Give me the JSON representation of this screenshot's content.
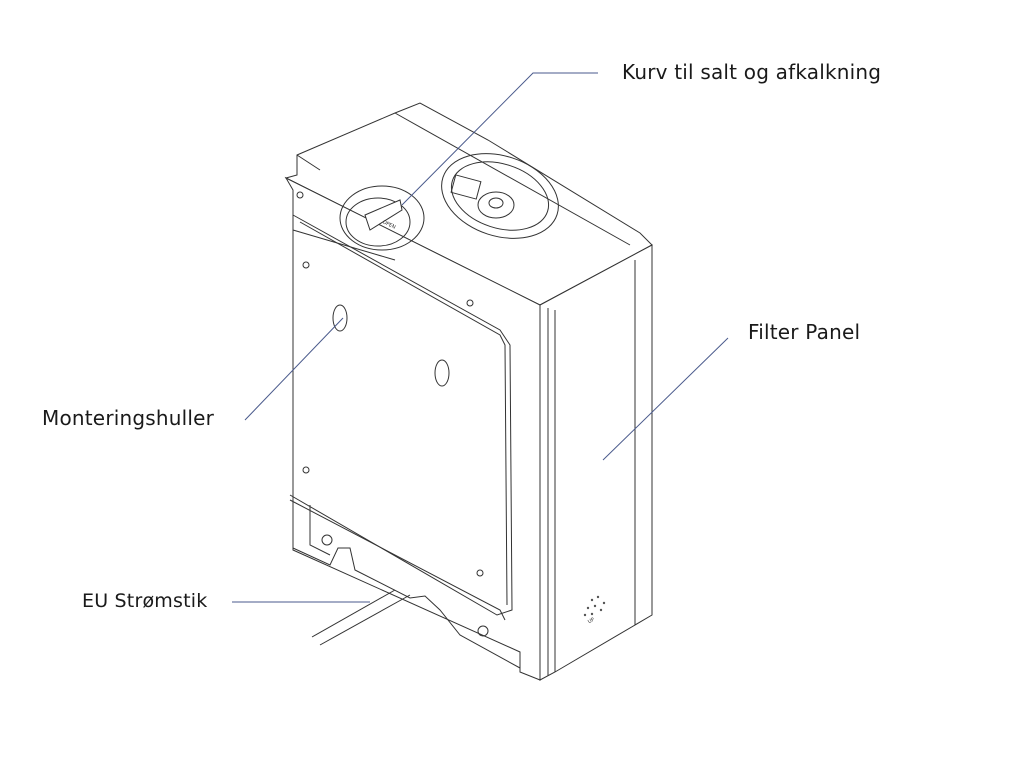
{
  "labels": {
    "basket": "Kurv til salt og afkalkning",
    "filter_panel": "Filter Panel",
    "mounting_holes": "Monteringshuller",
    "power_plug": "EU Strømstik"
  },
  "embossed_text": {
    "open": "OPEN",
    "up": "UP"
  },
  "colors": {
    "leader": "#4a5a8c",
    "outline": "#333333"
  }
}
